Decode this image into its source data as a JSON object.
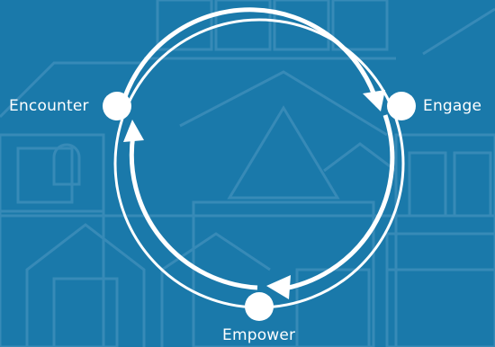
{
  "diagram": {
    "nodes": [
      {
        "id": "encounter",
        "label": "Encounter"
      },
      {
        "id": "engage",
        "label": "Engage"
      },
      {
        "id": "empower",
        "label": "Empower"
      }
    ],
    "cycle_direction": "clockwise",
    "colors": {
      "background": "#1a79aa",
      "line": "#ffffff",
      "background_drawing": "#3f8fbb"
    }
  }
}
